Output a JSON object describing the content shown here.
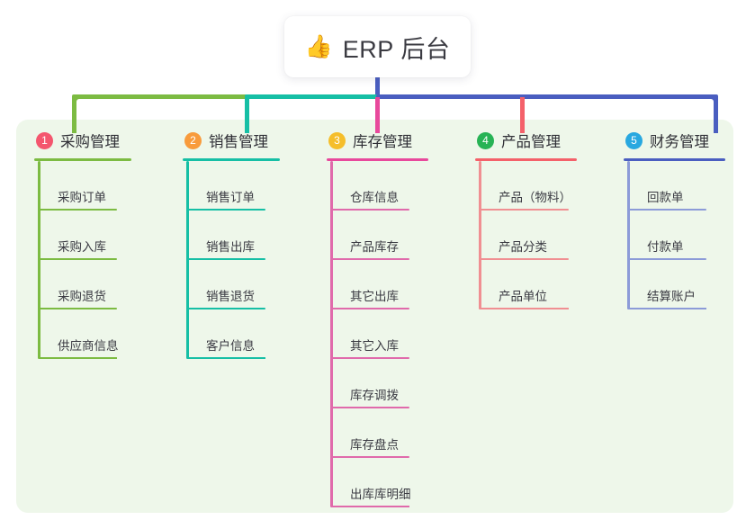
{
  "root": {
    "icon": "thumbs-up-icon",
    "emoji": "👍",
    "title": "ERP 后台"
  },
  "theme": {
    "panel_bg": "#eef7ea",
    "page_bg": "#ffffff",
    "text": "#3a3a42",
    "bus_green": "#7cbb42",
    "bus_teal": "#16bfa5",
    "bus_blue": "#4a5ec0",
    "stem": "#4a5ec0"
  },
  "chart_data": {
    "type": "diagram",
    "title": "ERP 后台",
    "layout": "mind-map / org-tree, one root with five branch columns"
  },
  "columns": [
    {
      "number": "1",
      "title": "采购管理",
      "badge_color": "#f4566e",
      "rule_color": "#7cbb42",
      "line_color": "#7cbb42",
      "drop_color": "#7cbb42",
      "items": [
        "采购订单",
        "采购入库",
        "采购退货",
        "供应商信息"
      ]
    },
    {
      "number": "2",
      "title": "销售管理",
      "badge_color": "#f89b3c",
      "rule_color": "#16bfa5",
      "line_color": "#16bfa5",
      "drop_color": "#16bfa5",
      "items": [
        "销售订单",
        "销售出库",
        "销售退货",
        "客户信息"
      ]
    },
    {
      "number": "3",
      "title": "库存管理",
      "badge_color": "#f5be2b",
      "rule_color": "#e8499c",
      "line_color": "#e06aab",
      "drop_color": "#e8499c",
      "items": [
        "仓库信息",
        "产品库存",
        "其它出库",
        "其它入库",
        "库存调拨",
        "库存盘点",
        "出库库明细"
      ]
    },
    {
      "number": "4",
      "title": "产品管理",
      "badge_color": "#27b355",
      "rule_color": "#f4616a",
      "line_color": "#f08f92",
      "drop_color": "#f4616a",
      "items": [
        "产品（物料）",
        "产品分类",
        "产品单位"
      ]
    },
    {
      "number": "5",
      "title": "财务管理",
      "badge_color": "#28a8e0",
      "rule_color": "#4a5ec0",
      "line_color": "#8c9bd8",
      "drop_color": "#4a5ec0",
      "items": [
        "回款单",
        "付款单",
        "结算账户"
      ]
    }
  ]
}
